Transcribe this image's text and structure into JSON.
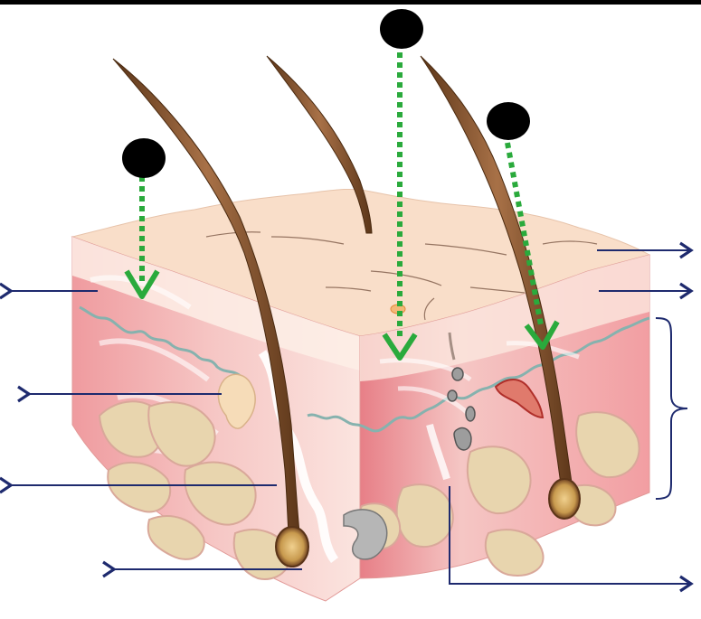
{
  "figure": {
    "subject": "skin-cross-section",
    "labels": [],
    "colors": {
      "epidermis_top": "#f9dcc8",
      "dermis": "#f3b4b4",
      "dermis_dark": "#e88e92",
      "hypodermis_fat": "#e9d6b0",
      "fat_outline": "#dcb89a",
      "basement_line": "#88b3b0",
      "hair": "#8a5a36",
      "hair_dark": "#5a3418",
      "guide_arrow": "#1e2a6e",
      "marker_arrow": "#2aaa3c",
      "marker_dot": "#000000",
      "gland": "#f4d8b4",
      "vessel": "#cc3b3b"
    },
    "markers": [
      {
        "name": "marker-1",
        "icon": "black-dot-icon"
      },
      {
        "name": "marker-2",
        "icon": "black-dot-icon"
      },
      {
        "name": "marker-3",
        "icon": "black-dot-icon"
      }
    ],
    "label_lines_left": 4,
    "label_lines_right": 3,
    "bracket": "right-curly-bracket"
  }
}
